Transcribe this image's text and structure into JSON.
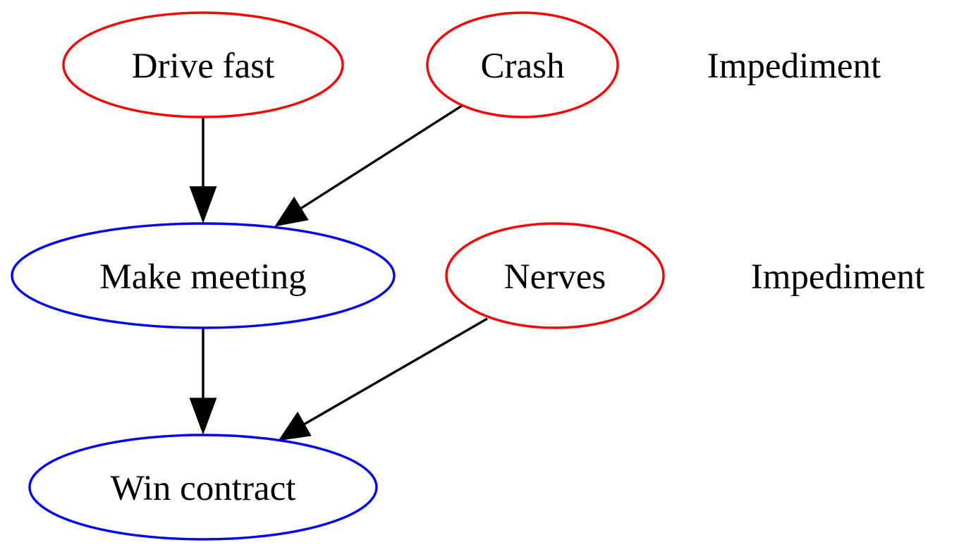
{
  "diagram": {
    "type": "directed-graph",
    "colors": {
      "goal": "#0000ff",
      "impediment": "#ff0000",
      "edge": "#000000",
      "background": "#ffffff"
    },
    "nodes": [
      {
        "id": "drive_fast",
        "label": "Drive fast",
        "kind": "impediment"
      },
      {
        "id": "crash",
        "label": "Crash",
        "kind": "impediment"
      },
      {
        "id": "make_meeting",
        "label": "Make meeting",
        "kind": "goal"
      },
      {
        "id": "nerves",
        "label": "Nerves",
        "kind": "impediment"
      },
      {
        "id": "win_contract",
        "label": "Win contract",
        "kind": "goal"
      }
    ],
    "edges": [
      {
        "from": "drive_fast",
        "to": "make_meeting"
      },
      {
        "from": "crash",
        "to": "make_meeting"
      },
      {
        "from": "make_meeting",
        "to": "win_contract"
      },
      {
        "from": "nerves",
        "to": "win_contract"
      }
    ],
    "row_labels": [
      {
        "text": "Impediment"
      },
      {
        "text": "Impediment"
      }
    ]
  }
}
